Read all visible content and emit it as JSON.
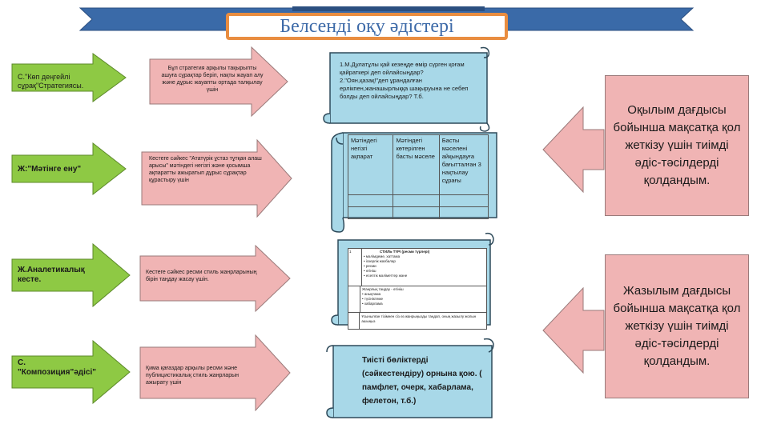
{
  "title": "Белсенді оқу әдістері",
  "left_arrows": [
    {
      "label": "С.\"Көп деңгейлі сұрақ\"Стратегиясы."
    },
    {
      "label": "Ж:\"Мәтінге ену\""
    },
    {
      "label": "Ж.Аналетикалық кесте."
    },
    {
      "label": "С. \"Композиция\"әдісі\""
    }
  ],
  "pink_arrows": [
    {
      "text": "Бұл стратегия арқылы тақырыпты ашуға сұрақтар беріп, нақты жауап алу және дұрыс жауапты ортада талқылау үшін"
    },
    {
      "text": "Кестеге сәйкес \"Ататүрік ұстаз тұтқан алаш арысы\" мәтіндегі негізгі және қосымша ақпаратты ажыратып дұрыс сұрақтар құрастыру үшін"
    },
    {
      "text": "Кестеге сәйкес ресми стиль жанрларының бірін таңдау жасау үшін."
    },
    {
      "text": "Қима қағаздар арқылы ресми және публицистикалық стиль жанрларын ажырату үшін"
    }
  ],
  "scroll1": {
    "line1": "1.М.Дулатұлы қай кезеңде өмір сүрген қоғам қайраткері деп ойлайсыңдар?",
    "line2": "2.\"Оян,қазақ!\"деп ұрандалған ерлікпен,жанашырлыққа шақыруына не себеп болды деп ойлайсыңдар? Т.б."
  },
  "scroll2": {
    "headers": [
      "Мәтіндегі негізгі ақпарат",
      "Мәтіндегі көтерілген басты мәселе",
      "Басты мәселені айқындауға бағытталған 3 нақтылау сұрағы"
    ]
  },
  "scroll3": {
    "num": "1",
    "row1_title": "СТИЛЬ ТҮРІ (ресми түрлері)",
    "row1_items": [
      "мәлімдеме, хаттама",
      "іскерлік жазбалар",
      "ресми",
      "өтініш",
      "есептік мәліметтер және"
    ],
    "row2_title": "Жанрлық таңдау - өтініш",
    "row2_items": [
      "анықтама",
      "түсініктеме",
      "хабарлама"
    ],
    "row3": "Ұсынылған тізімнен сіз өз жанрыңызды таңдап, оның жазылу жолын ашыңыз"
  },
  "scroll4": {
    "text": "Тиісті бөліктерді (сәйкестендіру) орнына қою. ( памфлет, очерк, хабарлама, фелетон, т.б.)"
  },
  "right_boxes": [
    {
      "text": "Оқылым дағдысы бойынша мақсатқа қол жеткізу үшін тиімді әдіс-тәсілдерді қолдандым."
    },
    {
      "text": "Жазылым дағдысы бойынша мақсатқа қол жеткізу үшін тиімді әдіс-тәсілдерді қолдандым."
    }
  ],
  "colors": {
    "banner_blue": "#3a6aa8",
    "banner_orange": "#e98d40",
    "green_arrow": "#8ec944",
    "pink": "#f0b4b4",
    "scroll_blue": "#a8d8e8"
  }
}
